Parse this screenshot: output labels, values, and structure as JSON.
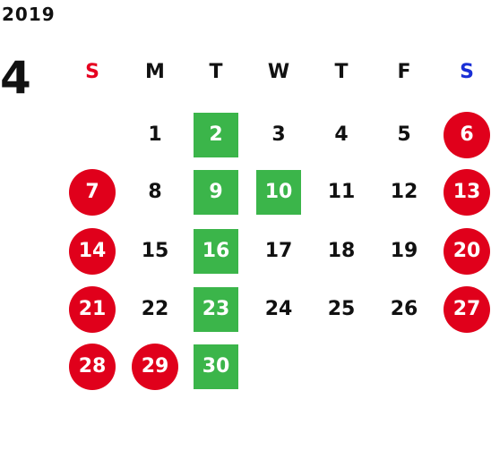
{
  "calendar": {
    "year": "2019",
    "month": "4",
    "weekdays": [
      {
        "label": "S",
        "color": "#e60020"
      },
      {
        "label": "M",
        "color": "#111111"
      },
      {
        "label": "T",
        "color": "#111111"
      },
      {
        "label": "W",
        "color": "#111111"
      },
      {
        "label": "T",
        "color": "#111111"
      },
      {
        "label": "F",
        "color": "#111111"
      },
      {
        "label": "S",
        "color": "#1a2fd6"
      }
    ],
    "colors": {
      "holiday_red": "#e0001b",
      "highlight_green": "#3bb54a",
      "text": "#111111"
    },
    "first_weekday_index": 1,
    "days": [
      {
        "day": "1",
        "style": "plain"
      },
      {
        "day": "2",
        "style": "green"
      },
      {
        "day": "3",
        "style": "plain"
      },
      {
        "day": "4",
        "style": "plain"
      },
      {
        "day": "5",
        "style": "plain"
      },
      {
        "day": "6",
        "style": "red"
      },
      {
        "day": "7",
        "style": "red"
      },
      {
        "day": "8",
        "style": "plain"
      },
      {
        "day": "9",
        "style": "green"
      },
      {
        "day": "10",
        "style": "green"
      },
      {
        "day": "11",
        "style": "plain"
      },
      {
        "day": "12",
        "style": "plain"
      },
      {
        "day": "13",
        "style": "red"
      },
      {
        "day": "14",
        "style": "red"
      },
      {
        "day": "15",
        "style": "plain"
      },
      {
        "day": "16",
        "style": "green"
      },
      {
        "day": "17",
        "style": "plain"
      },
      {
        "day": "18",
        "style": "plain"
      },
      {
        "day": "19",
        "style": "plain"
      },
      {
        "day": "20",
        "style": "red"
      },
      {
        "day": "21",
        "style": "red"
      },
      {
        "day": "22",
        "style": "plain"
      },
      {
        "day": "23",
        "style": "green"
      },
      {
        "day": "24",
        "style": "plain"
      },
      {
        "day": "25",
        "style": "plain"
      },
      {
        "day": "26",
        "style": "plain"
      },
      {
        "day": "27",
        "style": "red"
      },
      {
        "day": "28",
        "style": "red"
      },
      {
        "day": "29",
        "style": "red"
      },
      {
        "day": "30",
        "style": "green"
      }
    ]
  }
}
